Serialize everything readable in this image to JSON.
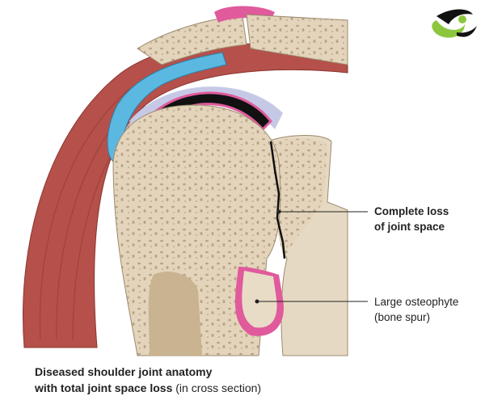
{
  "labels": {
    "joint_space_line1": "Complete loss",
    "joint_space_line2": "of joint space",
    "osteophyte_line1": "Large osteophyte",
    "osteophyte_line2": "(bone spur)"
  },
  "caption": {
    "line1": "Diseased shoulder joint anatomy",
    "line2_bold": "with total joint space loss",
    "line2_normal": " (in cross section)"
  },
  "colors": {
    "muscle": "#b5504a",
    "bone": "#e6d9c3",
    "bursa": "#5bb8e0",
    "cartilage": "#e05a9c",
    "logo_green": "#8cc63f"
  }
}
